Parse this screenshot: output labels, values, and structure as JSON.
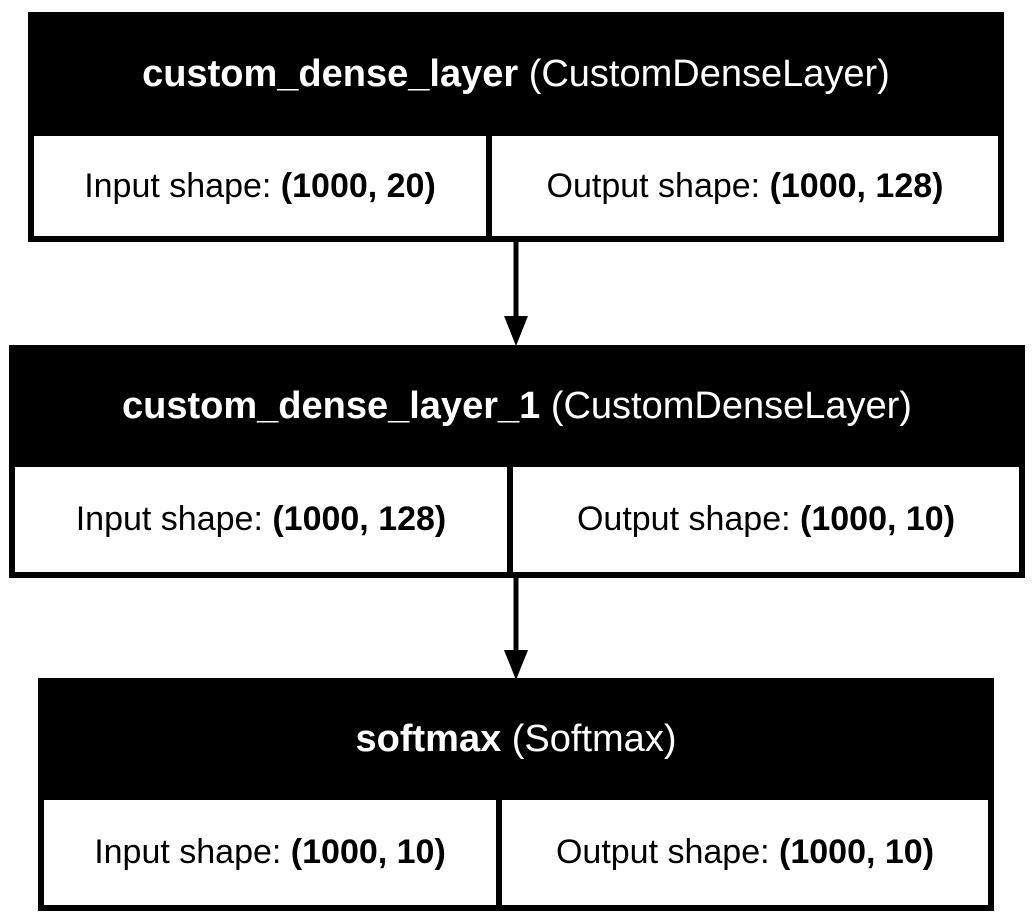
{
  "layers": [
    {
      "name": "custom_dense_layer",
      "type": "(CustomDenseLayer)",
      "input_label": "Input shape:",
      "input_shape": "(1000, 20)",
      "output_label": "Output shape:",
      "output_shape": "(1000, 128)"
    },
    {
      "name": "custom_dense_layer_1",
      "type": "(CustomDenseLayer)",
      "input_label": "Input shape:",
      "input_shape": "(1000, 128)",
      "output_label": "Output shape:",
      "output_shape": "(1000, 10)"
    },
    {
      "name": "softmax",
      "type": "(Softmax)",
      "input_label": "Input shape:",
      "input_shape": "(1000, 10)",
      "output_label": "Output shape:",
      "output_shape": "(1000, 10)"
    }
  ]
}
